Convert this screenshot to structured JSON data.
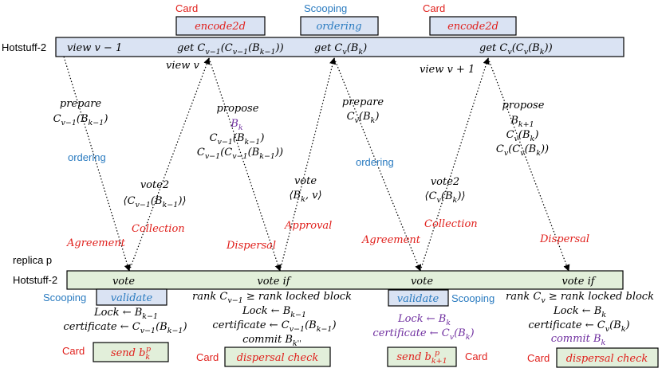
{
  "colors": {
    "red": "#e0201c",
    "blue": "#2a7bc0",
    "purple": "#7030a0",
    "top_bar": "#dae3f3",
    "bottom_bar": "#e2efda"
  },
  "top": {
    "label": "Hotstuff-2",
    "card1": "Card",
    "encode1": "encode2d",
    "scooping": "Scooping",
    "ordering": "ordering",
    "card2": "Card",
    "encode2": "encode2d",
    "view_prev": "view v − 1",
    "get1": "get C_{v−1}(C_{v−1}(B_{k−1}))",
    "get2": "get C_v(B_k)",
    "get3": "get C_v(C_v(B_k))",
    "view_v": "view v",
    "view_next": "view v + 1"
  },
  "middle": {
    "prepare1": "prepare",
    "prepare1_val": "C_{v−1}(B_{k−1})",
    "ordering1": "ordering",
    "propose1": "propose",
    "propose1_blk": "B_k",
    "propose1_c1": "C_{v−1}(B_{k−1})",
    "propose1_c2": "C_{v−1}(C_{v−1}(B_{k−1}))",
    "vote2_1": "vote2",
    "vote2_1_val": "⟨C_{v−1}(B_{k−1})⟩",
    "collection1": "Collection",
    "agreement1": "Agreement",
    "dispersal1": "Dispersal",
    "vote": "vote",
    "vote_val": "⟨B_k, v⟩",
    "approval": "Approval",
    "prepare2": "prepare",
    "prepare2_val": "C_v(B_k)",
    "ordering2": "ordering",
    "vote2_2": "vote2",
    "vote2_2_val": "⟨C_v(B_k)⟩",
    "collection2": "Collection",
    "agreement2": "Agreement",
    "propose2": "propose",
    "propose2_blk": "B_{k+1}",
    "propose2_c1": "C_v(B_k)",
    "propose2_c2": "C_v(C_v(B_k))",
    "dispersal2": "Dispersal"
  },
  "bottom": {
    "replica": "replica p",
    "label": "Hotstuff-2",
    "vote1": "vote",
    "voteif1": "vote if",
    "vote2": "vote",
    "voteif2": "vote if",
    "scooping1": "Scooping",
    "validate1": "validate",
    "lock1": "Lock ← B_{k−1}",
    "cert1": "certificate ← C_{v−1}(B_{k−1})",
    "card1": "Card",
    "send1": "send b_k^p",
    "rank1": "rank C_{v−1} ≥ rank locked block",
    "lock2": "Lock ← B_{k−1}",
    "cert2": "certificate ← C_{v−1}(B_{k−1})",
    "commit1": "commit B_{k''}",
    "card2": "Card",
    "disp1": "dispersal check",
    "validate2": "validate",
    "scooping2": "Scooping",
    "lock3": "Lock ← B_k",
    "cert3": "certificate ← C_v(B_k)",
    "send2": "send b_{k+1}^p",
    "card3": "Card",
    "rank2": "rank C_v ≥ rank locked block",
    "lock4": "Lock ← B_k",
    "cert4": "certificate ← C_v(B_k)",
    "commit2": "commit B_k",
    "card4": "Card",
    "disp2": "dispersal check"
  }
}
